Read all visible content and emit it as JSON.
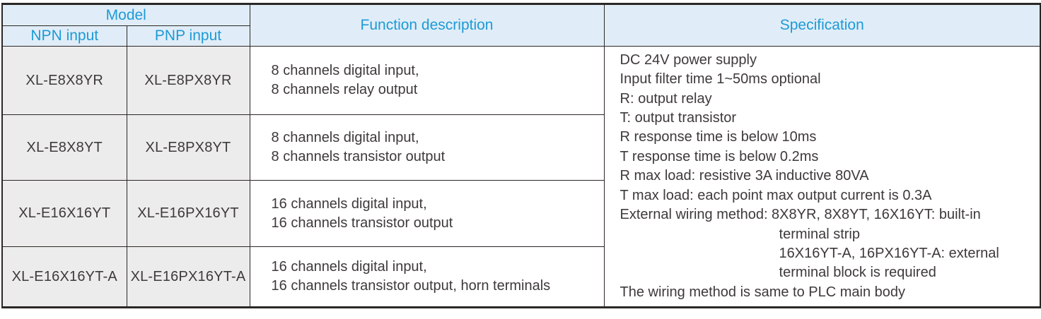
{
  "header": {
    "model": "Model",
    "npn_input": "NPN input",
    "pnp_input": "PNP input",
    "function_description": "Function description",
    "specification": "Specification"
  },
  "rows": [
    {
      "npn": "XL-E8X8YR",
      "pnp": "XL-E8PX8YR",
      "function": [
        "8 channels digital input,",
        "8 channels relay output"
      ]
    },
    {
      "npn": "XL-E8X8YT",
      "pnp": "XL-E8PX8YT",
      "function": [
        "8 channels digital input,",
        "8 channels transistor output"
      ]
    },
    {
      "npn": "XL-E16X16YT",
      "pnp": "XL-E16PX16YT",
      "function": [
        "16 channels digital input,",
        "16 channels transistor output"
      ]
    },
    {
      "npn": "XL-E16X16YT-A",
      "pnp": "XL-E16PX16YT-A",
      "function": [
        "16 channels digital input,",
        "16 channels transistor output, horn terminals"
      ]
    }
  ],
  "specification_lines": [
    "DC 24V power supply",
    "Input filter time 1~50ms optional",
    "R: output relay",
    "T: output transistor",
    "R response time is below 10ms",
    "T response time is below 0.2ms",
    "R max load: resistive 3A inductive 80VA",
    "T max load: each point max output current is 0.3A",
    "External wiring method: 8X8YR, 8X8YT, 16X16YT: built-in",
    "terminal strip",
    "16X16YT-A, 16PX16YT-A: external",
    "terminal block is required",
    "The wiring method is same to PLC main body"
  ],
  "colors": {
    "header_bg": "#e0edf8",
    "header_text": "#1d9ad6",
    "model_cell_bg": "#ececec",
    "table_border": "#2b2725",
    "body_text": "#3e3a39"
  }
}
